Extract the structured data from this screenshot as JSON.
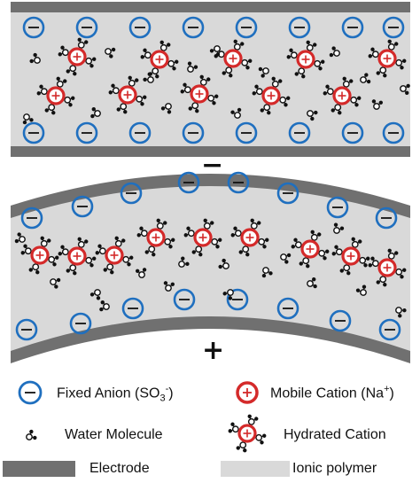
{
  "top_panel": {
    "polarity_sign": "−"
  },
  "bottom_panel": {
    "polarity_sign": "+"
  },
  "legend": {
    "fixed_anion": {
      "label_prefix": "Fixed Anion (SO",
      "subscript": "3",
      "superscript": "-",
      "label_suffix": ")"
    },
    "mobile_cation": {
      "label_prefix": "Mobile Cation (Na",
      "superscript": "+",
      "label_suffix": ")"
    },
    "water_molecule": {
      "label": "Water Molecule"
    },
    "hydrated_cation": {
      "label": "Hydrated Cation"
    },
    "electrode": {
      "label": "Electrode"
    },
    "ionic_polymer": {
      "label": "Ionic polymer"
    }
  },
  "colors": {
    "electrode": "#707070",
    "ionic_polymer": "#d9d9d9",
    "anion_ring": "#1f6fbf",
    "cation_ring": "#d42a2a",
    "molecule": "#111111"
  },
  "icons": [
    "minus-icon",
    "plus-icon",
    "water-molecule-icon",
    "hydrated-cation-icon"
  ]
}
